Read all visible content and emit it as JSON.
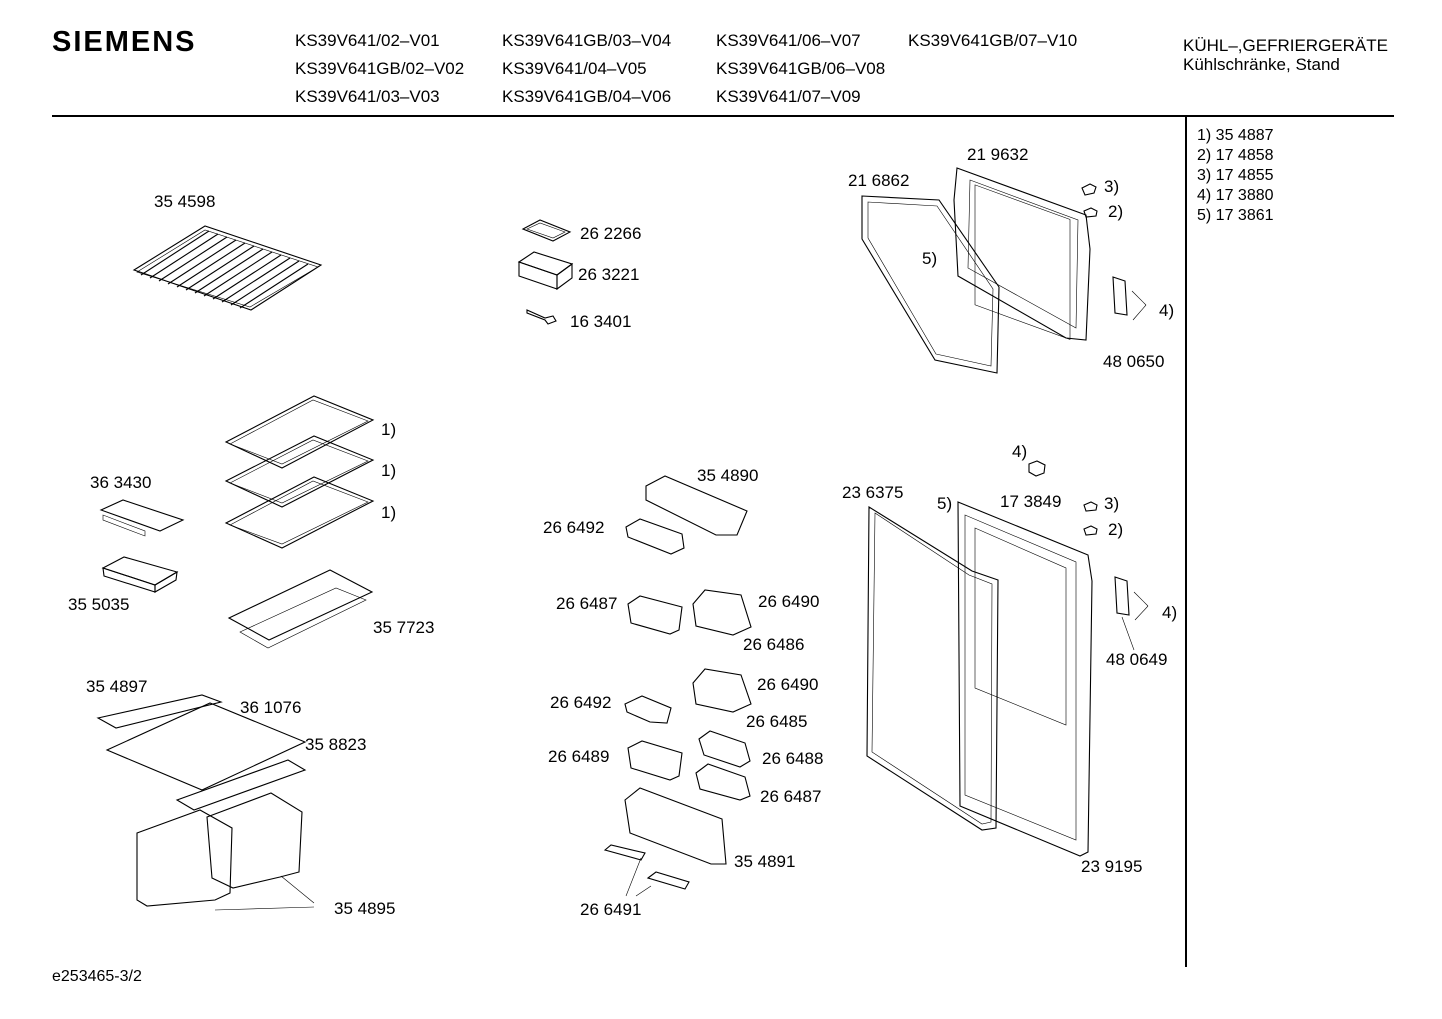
{
  "header": {
    "brand": "SIEMENS",
    "models": [
      "KS39V641/02–V01",
      "KS39V641GB/03–V04",
      "KS39V641/06–V07",
      "KS39V641GB/07–V10",
      "KS39V641GB/02–V02",
      "KS39V641/04–V05",
      "KS39V641GB/06–V08",
      "KS39V641/03–V03",
      "KS39V641GB/04–V06",
      "KS39V641/07–V09"
    ],
    "category_line1": "KÜHL–,GEFRIERGERÄTE",
    "category_line2": "Kühlschränke, Stand"
  },
  "legend": [
    "1)  35 4887",
    "2)  17 4858",
    "3)  17 4855",
    "4)  17 3880",
    "5)  17 3861"
  ],
  "labels": [
    "35 4598",
    "26 2266",
    "26 3221",
    "16 3401",
    "21 9632",
    "21 6862",
    "3)",
    "2)",
    "5)",
    "4)",
    "48 0650",
    "1)",
    "1)",
    "1)",
    "36 3430",
    "35 5035",
    "35 7723",
    "35 4890",
    "26 6492",
    "26 6487",
    "26 6490",
    "26 6486",
    "26 6490",
    "26 6492",
    "26 6485",
    "26 6489",
    "26 6488",
    "26 6487",
    "35 4891",
    "26 6491",
    "35 4897",
    "36 1076",
    "35 8823",
    "35 4895",
    "4)",
    "23 6375",
    "5)",
    "17 3849",
    "3)",
    "2)",
    "4)",
    "48 0649",
    "23 9195"
  ],
  "footer": "e253465-3/2"
}
